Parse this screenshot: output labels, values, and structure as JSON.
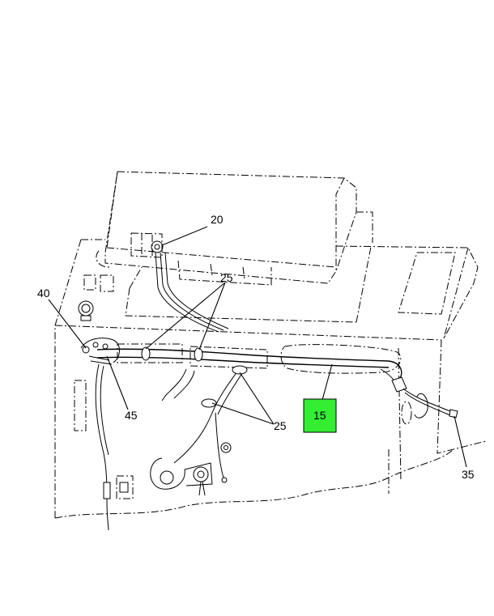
{
  "diagram": {
    "callouts": {
      "c20": "20",
      "c25_top": "25",
      "c40": "40",
      "c45": "45",
      "c15": "15",
      "c25_bottom": "25",
      "c35": "35"
    },
    "highlight_color": "#33ee33"
  }
}
